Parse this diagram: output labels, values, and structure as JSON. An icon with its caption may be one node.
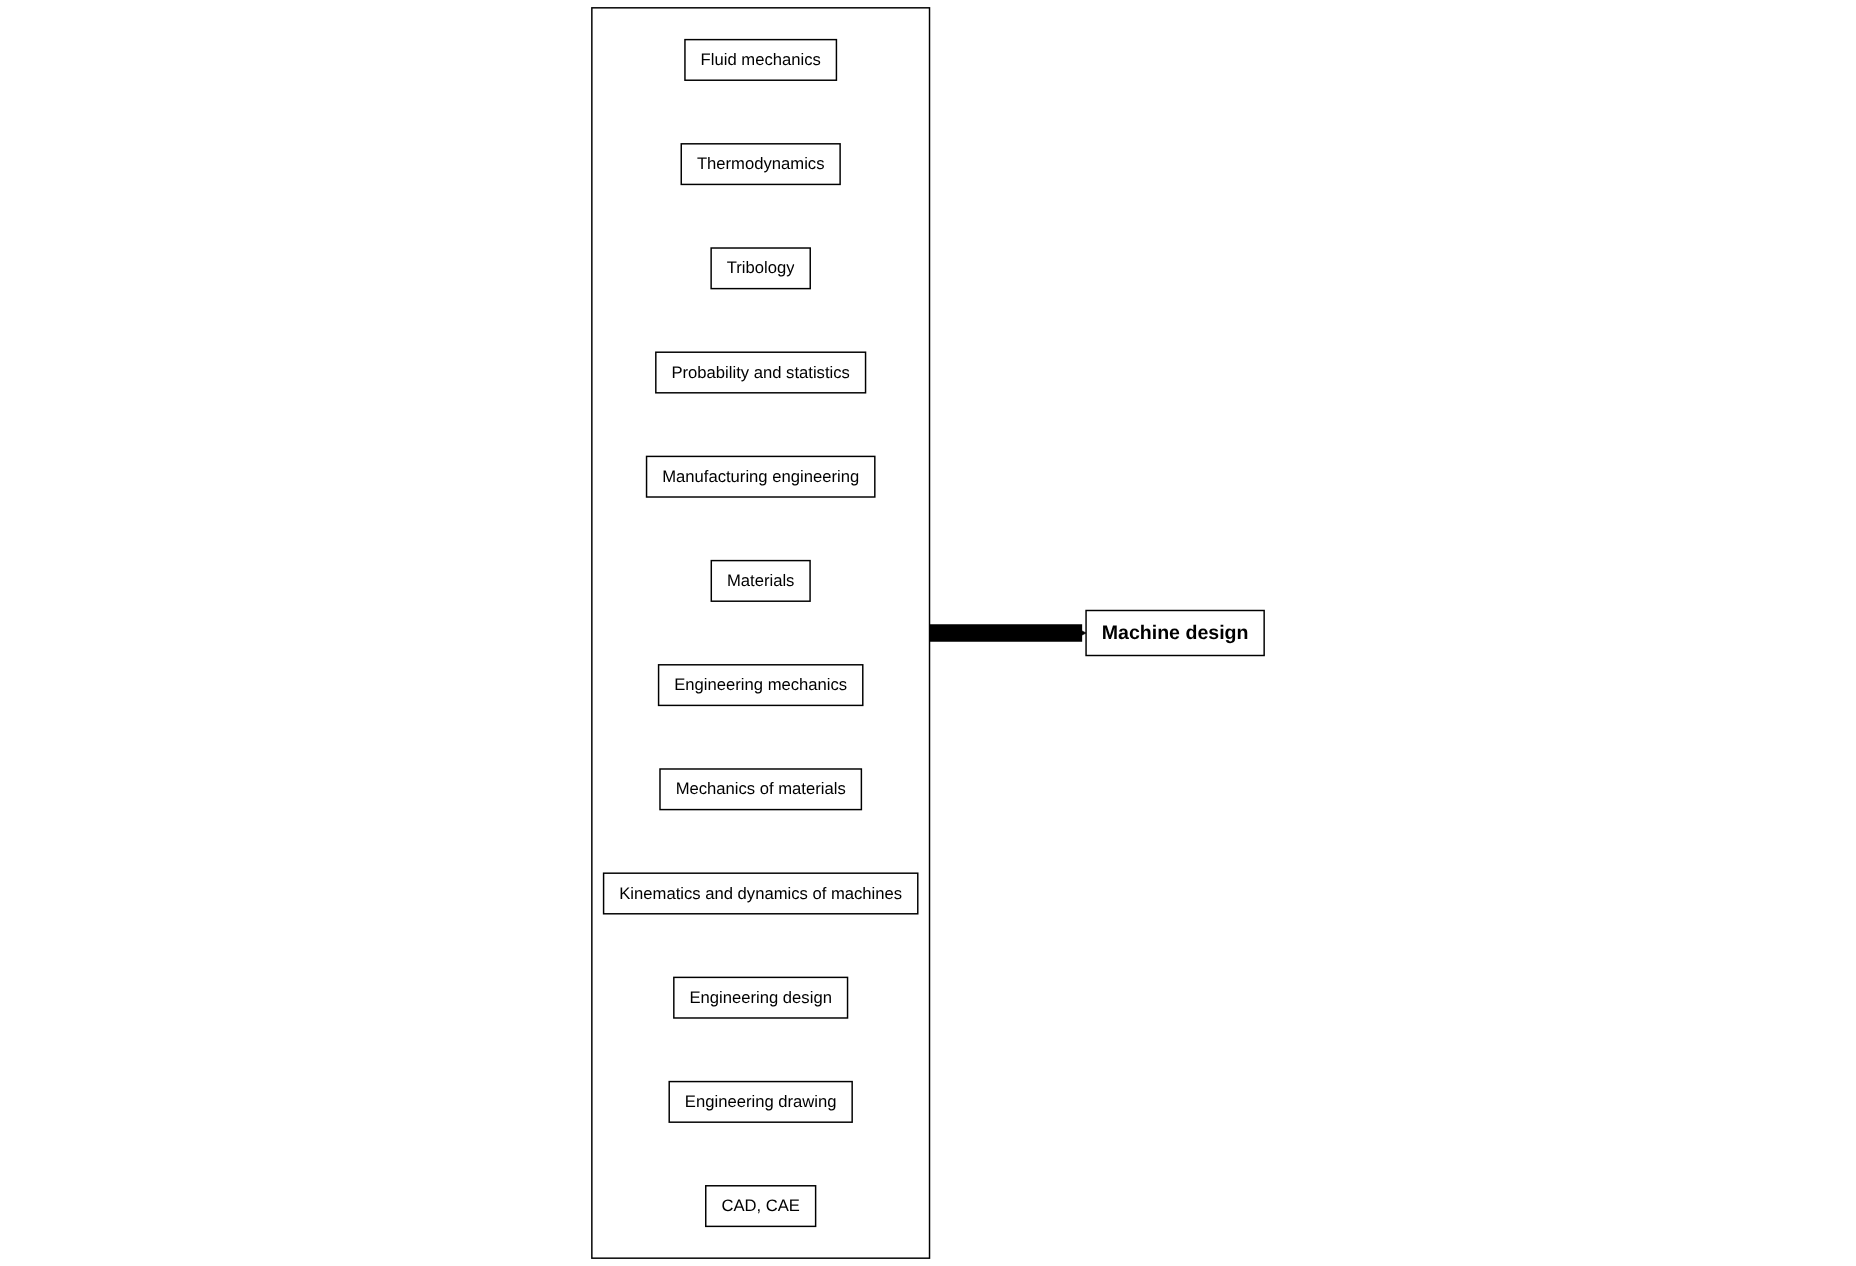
{
  "diagram": {
    "nodes": [
      {
        "text": [],
        "shape": "box"
      },
      {
        "text": [
          "Fluid mechanics"
        ],
        "in": 0
      },
      {
        "text": [
          "Thermodynamics"
        ],
        "in": 0
      },
      {
        "text": [
          "Tribology"
        ],
        "in": 0
      },
      {
        "text": [
          "Probability and statistics"
        ],
        "in": 0
      },
      {
        "text": [
          "Manufacturing engineering"
        ],
        "in": 0
      },
      {
        "text": [
          "Materials"
        ],
        "in": 0
      },
      {
        "text": [
          "Engineering mechanics"
        ],
        "in": 0
      },
      {
        "text": [
          "Mechanics of materials"
        ],
        "in": 0
      },
      {
        "text": [
          "Kinematics and dynamics of machines"
        ],
        "in": 0
      },
      {
        "text": [
          "Engineering design"
        ],
        "in": 0
      },
      {
        "text": [
          "Engineering drawing"
        ],
        "in": 0
      },
      {
        "text": [
          "CAD, CAE"
        ],
        "in": 0
      },
      {
        "text": [
          "Machine design"
        ]
      }
    ],
    "edges": [
      {
        "from": 0,
        "to": 13,
        "arrow": "to"
      }
    ]
  }
}
